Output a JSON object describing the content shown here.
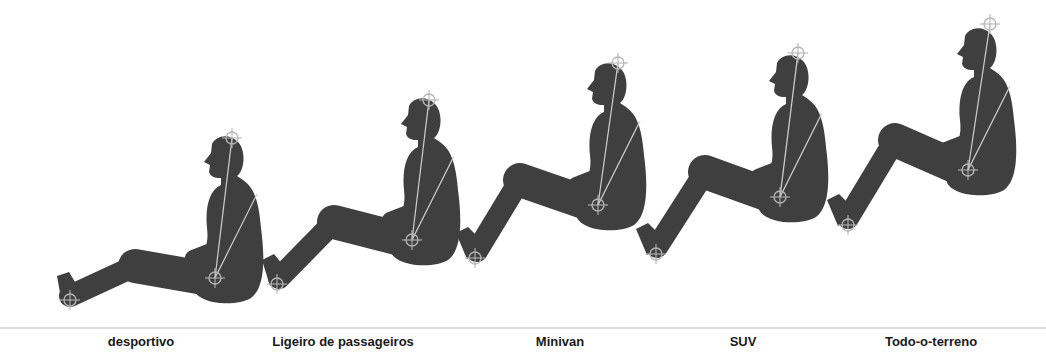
{
  "diagram": {
    "labels": [
      "desportivo",
      "Ligeiro de passageiros",
      "Minivan",
      "SUV",
      "Todo-o-terreno"
    ]
  }
}
